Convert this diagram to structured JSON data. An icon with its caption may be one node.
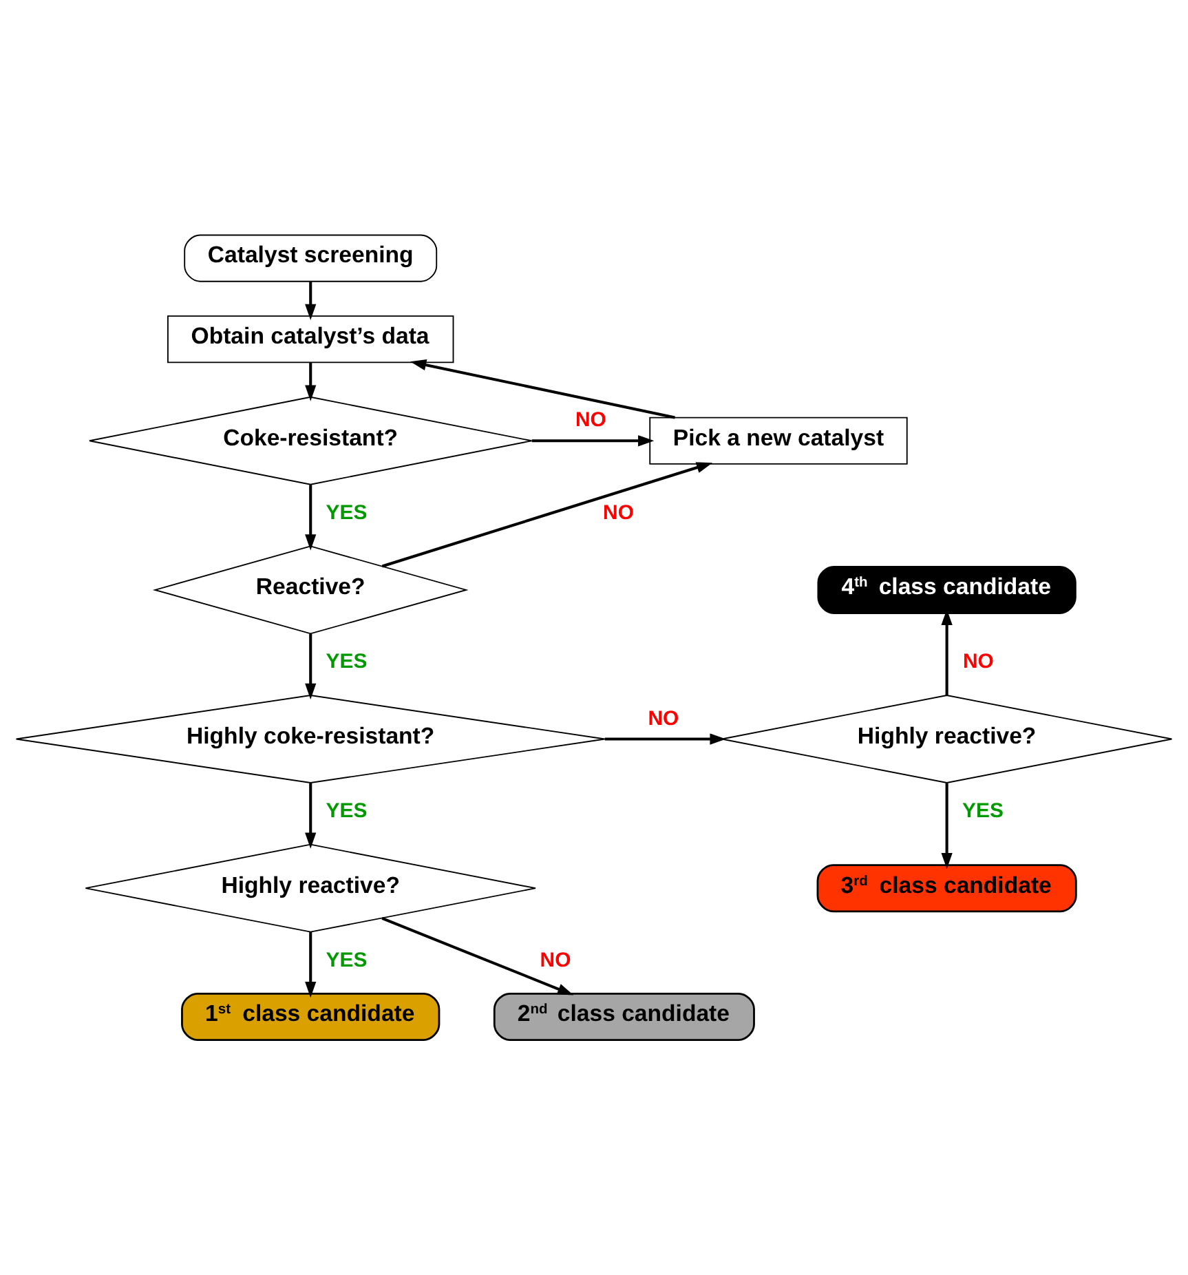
{
  "diagram": {
    "nodes": [
      {
        "text": [
          "Catalyst screening"
        ]
      },
      {
        "text": [
          "Obtain catalyst’s data"
        ]
      },
      {
        "text": [
          "Coke-resistant?"
        ]
      },
      {
        "text": [
          "Pick a new catalyst"
        ]
      },
      {
        "text": [
          "Reactive?"
        ]
      },
      {
        "text": [
          "4$^{th}$ class candidate"
        ]
      },
      {
        "text": [
          "Highly coke-resistant?"
        ]
      },
      {
        "text": [
          "Highly reactive?"
        ]
      },
      {
        "text": [
          "3$^{rd}$ class candidate"
        ]
      },
      {
        "text": [
          "Highly reactive?"
        ]
      },
      {
        "text": [
          "1$^{st}$ class candidate"
        ]
      },
      {
        "text": [
          "2$^{nd}$ class candidate"
        ]
      }
    ],
    "edges": [
      {
        "from": 0,
        "to": 1,
        "arrow": "to"
      },
      {
        "from": 1,
        "to": 2,
        "arrow": "to"
      },
      {
        "from": 2,
        "to": 3,
        "arrow": "to",
        "label": "NO"
      },
      {
        "from": 2,
        "to": 4,
        "arrow": "to",
        "label": "YES"
      },
      {
        "from": 4,
        "to": 3,
        "arrow": "to",
        "label": "NO"
      },
      {
        "from": 3,
        "to": 1,
        "arrow": "to"
      },
      {
        "from": 4,
        "to": 6,
        "arrow": "to",
        "label": "YES"
      },
      {
        "from": 6,
        "to": 7,
        "arrow": "to",
        "label": "NO"
      },
      {
        "from": 7,
        "to": 5,
        "arrow": "to",
        "label": "NO"
      },
      {
        "from": 7,
        "to": 8,
        "arrow": "to",
        "label": "YES"
      },
      {
        "from": 6,
        "to": 9,
        "arrow": "to",
        "label": "YES"
      },
      {
        "from": 9,
        "to": 10,
        "arrow": "to",
        "label": "YES"
      },
      {
        "from": 9,
        "to": 11,
        "arrow": "to",
        "label": "NO"
      }
    ]
  }
}
